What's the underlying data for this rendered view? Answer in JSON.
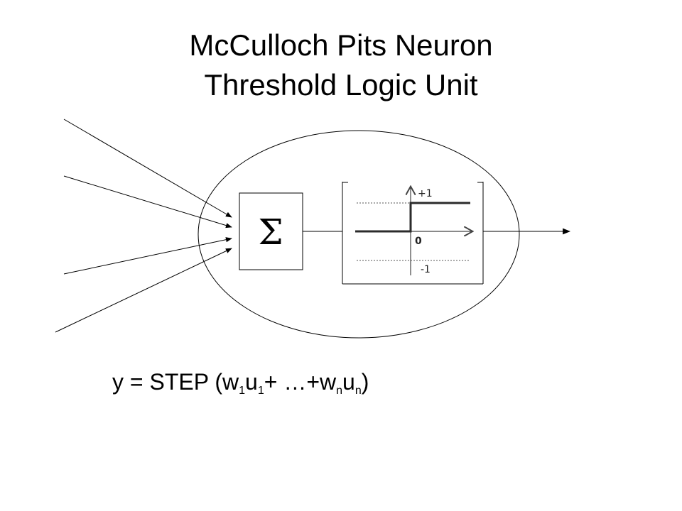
{
  "title": {
    "line1": "McCulloch Pits Neuron",
    "line2": "Threshold Logic Unit"
  },
  "diagram": {
    "summation_symbol": "Σ",
    "step_plot": {
      "label_pos": "+1",
      "label_zero": "0",
      "label_neg": "-1"
    }
  },
  "formula": {
    "prefix": "y = STEP (w",
    "sub1": "1",
    "mid1": "u",
    "sub2": "1",
    "mid2": "+ …+w",
    "sub3": "n",
    "mid3": "u",
    "sub4": "n",
    "suffix": ")"
  },
  "colors": {
    "stroke": "#000000",
    "dotted": "#555555",
    "step_line": "#2b2b2b"
  }
}
